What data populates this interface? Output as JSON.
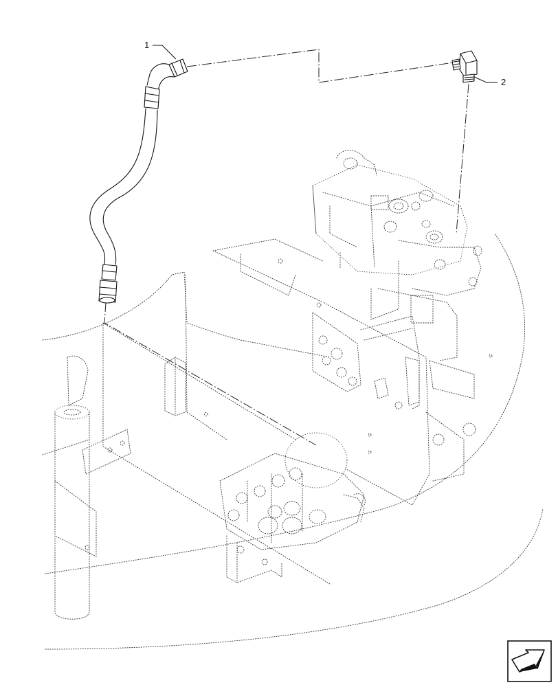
{
  "callouts": [
    {
      "number": "1",
      "part": "hose"
    },
    {
      "number": "2",
      "part": "elbow-fitting"
    }
  ],
  "nav_icon": "next-page-arrow-icon",
  "colors": {
    "line": "#111111",
    "hidden": "#333333",
    "background": "#ffffff"
  }
}
